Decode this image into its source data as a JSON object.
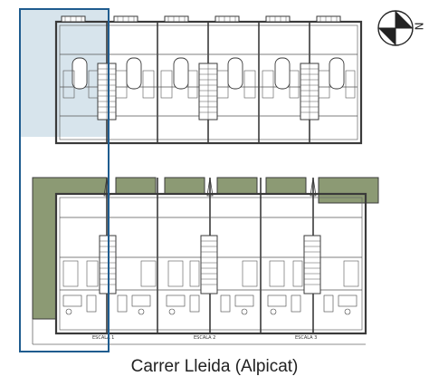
{
  "caption": "Carrer Lleida (Alpicat)",
  "compass": {
    "letter": "N",
    "icon": "north-arrow-icon"
  },
  "stair_labels": [
    "ESCALA 1",
    "ESCALA 2",
    "ESCALA 3"
  ],
  "colors": {
    "wall": "#3a3a3a",
    "line": "#555555",
    "patio": "#8c9a74",
    "highlight_fill": "#c9dbe6",
    "highlight_stroke": "#1f5c8f"
  }
}
